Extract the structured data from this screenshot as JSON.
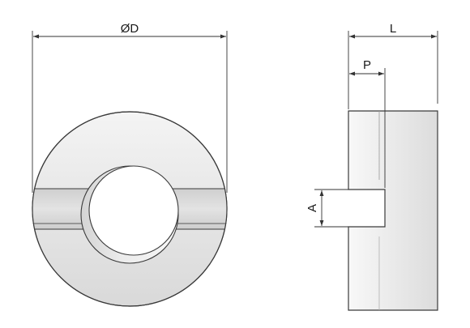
{
  "labels": {
    "diameter": "ØD",
    "length": "L",
    "slot_depth": "P",
    "slot_width": "A"
  },
  "colors": {
    "background": "#ffffff",
    "body_fill": "#e2e2e2",
    "body_fill_light": "#f2f2f2",
    "band_fill": "#d6d6d6",
    "bore_fill": "#ffffff",
    "outline": "#3a3a3a",
    "dimension_line": "#333333"
  }
}
